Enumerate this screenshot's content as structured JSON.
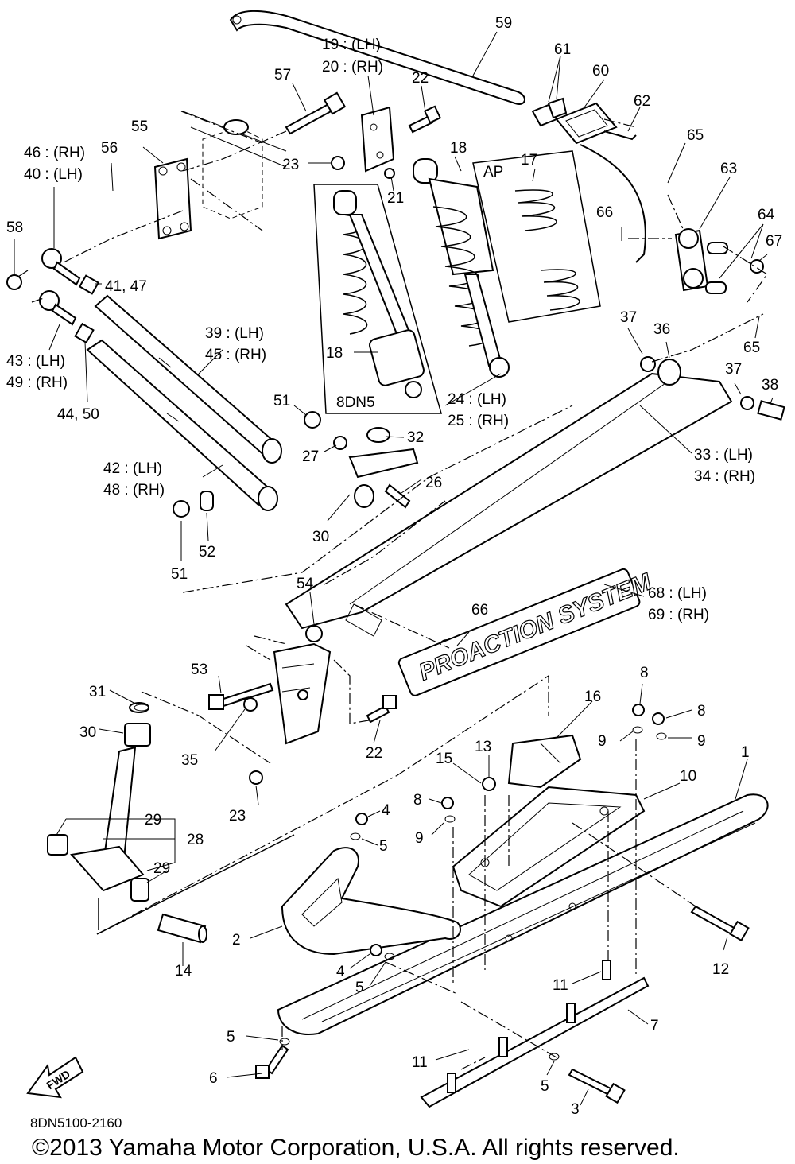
{
  "labels": {
    "l59": "59",
    "l61": "61",
    "l60": "60",
    "l62": "62",
    "l65a": "65",
    "l19": "19 : (LH)",
    "l20": "20 : (RH)",
    "l57": "57",
    "l22a": "22",
    "l23a": "23",
    "l21": "21",
    "l18a": "18",
    "l17": "17",
    "l63": "63",
    "l66a": "66",
    "l64": "64",
    "l67": "67",
    "l65b": "65",
    "l55": "55",
    "l56": "56",
    "l46": "46 : (RH)",
    "l40": "40 : (LH)",
    "l58": "58",
    "l4147": "41, 47",
    "l43": "43 : (LH)",
    "l49": "49 : (RH)",
    "l4450": "44, 50",
    "l39": "39 : (LH)",
    "l45": "45 : (RH)",
    "l18b": "18",
    "l24": "24 : (LH)",
    "l25": "25 : (RH)",
    "l37a": "37",
    "l36": "36",
    "l37b": "37",
    "l38": "38",
    "l51a": "51",
    "l32": "32",
    "l27": "27",
    "l26": "26",
    "l33": "33 : (LH)",
    "l34": "34 : (RH)",
    "l42": "42 : (LH)",
    "l48": "48 : (RH)",
    "l30a": "30",
    "l51b": "51",
    "l52": "52",
    "l68": "68 : (LH)",
    "l69": "69 : (RH)",
    "l54": "54",
    "l66b": "66",
    "l53": "53",
    "l31": "31",
    "l30b": "30",
    "l35": "35",
    "l22b": "22",
    "l23b": "23",
    "l8a": "8",
    "l16": "16",
    "l8b": "8",
    "l9a": "9",
    "l9b": "9",
    "l1": "1",
    "l15": "15",
    "l13": "13",
    "l10": "10",
    "l8c": "8",
    "l9c": "9",
    "l4a": "4",
    "l5a": "5",
    "l29a": "29",
    "l28": "28",
    "l29b": "29",
    "l2": "2",
    "l14": "14",
    "l12": "12",
    "l4b": "4",
    "l5b": "5",
    "l11a": "11",
    "l7": "7",
    "l5c": "5",
    "l6": "6",
    "l11b": "11",
    "l5d": "5",
    "l3": "3"
  },
  "box_labels": {
    "ap": "AP",
    "variant": "8DN5"
  },
  "logo_text": "PROACTION SYSTEM",
  "fwd_text": "FWD",
  "ref_code": "8DN5100-2160",
  "copyright": "©2013 Yamaha Motor Corporation, U.S.A. All rights reserved."
}
